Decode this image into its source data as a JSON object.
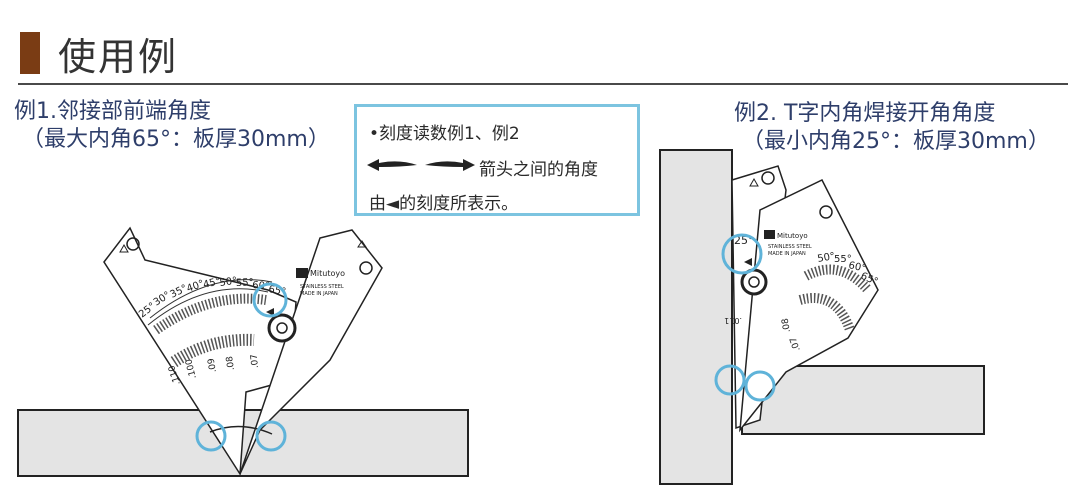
{
  "header": {
    "title": "使用例",
    "accent_color": "#7a3c14"
  },
  "example1": {
    "line1": "例1.邻接部前端角度",
    "line2": "（最大内角65°：板厚30mm）"
  },
  "example2": {
    "line1": "例2. T字内角焊接开角角度",
    "line2": "（最小内角25°：板厚30mm）"
  },
  "note": {
    "line1": "•刻度读数例1、例2",
    "line2": "箭头之间的角度",
    "line3": "由◄的刻度所表示。",
    "border_color": "#7cc4e0"
  },
  "gauge1": {
    "angle_ticks": [
      "25°",
      "30°",
      "35°",
      "40°",
      "45°",
      "50°",
      "55°",
      "60°",
      "65°"
    ],
    "thickness_ticks": [
      ".07",
      ".08",
      ".09",
      ".100",
      ".110"
    ],
    "brand": "Mitutoyo",
    "brand_sub1": "STAINLESS STEEL",
    "brand_sub2": "MADE IN JAPAN"
  },
  "gauge2": {
    "angle_ticks": [
      "50°",
      "55°",
      "60°",
      "65°"
    ],
    "reading": "25°",
    "thickness_ticks": [
      ".08",
      ".07"
    ],
    "side_tick": ".011",
    "brand": "Mitutoyo",
    "brand_sub1": "STAINLESS STEEL",
    "brand_sub2": "MADE IN JAPAN"
  },
  "highlight_color": "#5fb3d9"
}
